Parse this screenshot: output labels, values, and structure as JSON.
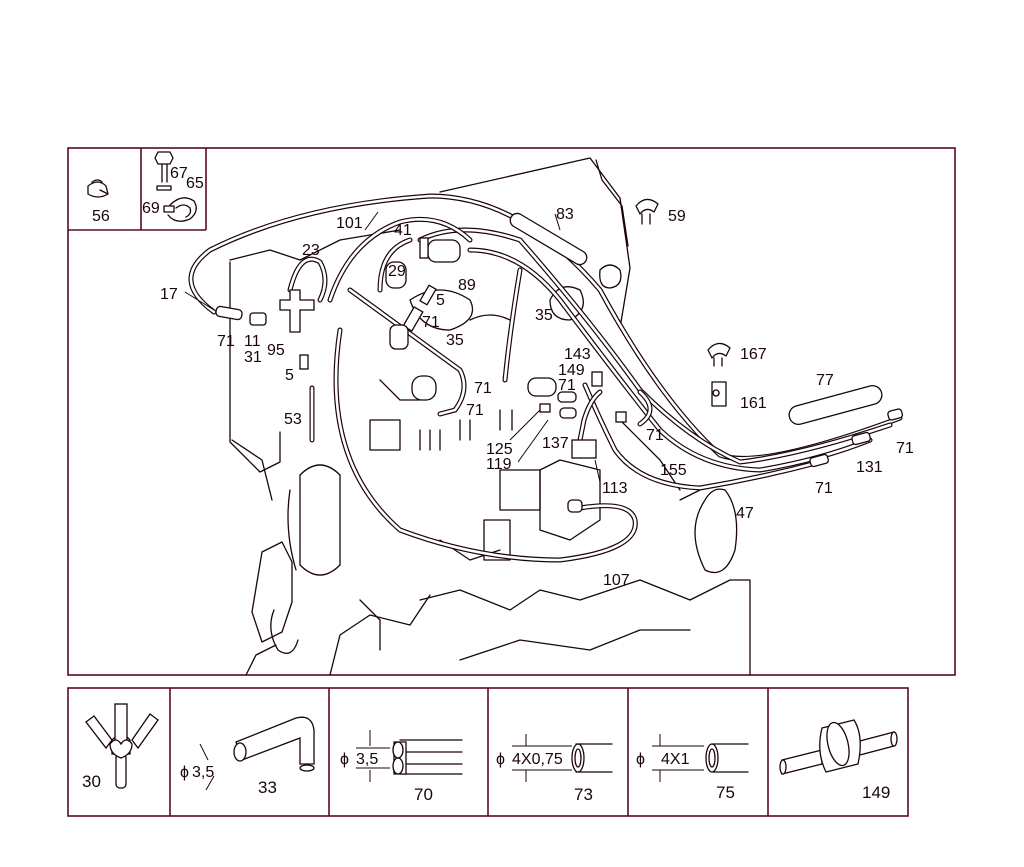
{
  "main": {
    "callouts": [
      {
        "id": "c101",
        "text": "101"
      },
      {
        "id": "c41",
        "text": "41"
      },
      {
        "id": "c83",
        "text": "83"
      },
      {
        "id": "c59",
        "text": "59"
      },
      {
        "id": "c23",
        "text": "23"
      },
      {
        "id": "c17",
        "text": "17"
      },
      {
        "id": "c29",
        "text": "29"
      },
      {
        "id": "c89",
        "text": "89"
      },
      {
        "id": "c5a",
        "text": "5"
      },
      {
        "id": "c71a",
        "text": "71"
      },
      {
        "id": "c35a",
        "text": "35"
      },
      {
        "id": "c35b",
        "text": "35"
      },
      {
        "id": "c71b",
        "text": "71"
      },
      {
        "id": "c11",
        "text": "11"
      },
      {
        "id": "c31",
        "text": "31"
      },
      {
        "id": "c95",
        "text": "95"
      },
      {
        "id": "c5b",
        "text": "5"
      },
      {
        "id": "c143",
        "text": "143"
      },
      {
        "id": "c149",
        "text": "149"
      },
      {
        "id": "c71c",
        "text": "71"
      },
      {
        "id": "c167",
        "text": "167"
      },
      {
        "id": "c77",
        "text": "77"
      },
      {
        "id": "c161",
        "text": "161"
      },
      {
        "id": "c71d",
        "text": "71"
      },
      {
        "id": "c71e",
        "text": "71"
      },
      {
        "id": "c53",
        "text": "53"
      },
      {
        "id": "c125",
        "text": "125"
      },
      {
        "id": "c119",
        "text": "119"
      },
      {
        "id": "c137",
        "text": "137"
      },
      {
        "id": "c71f",
        "text": "71"
      },
      {
        "id": "c71g",
        "text": "71"
      },
      {
        "id": "c155",
        "text": "155"
      },
      {
        "id": "c131",
        "text": "131"
      },
      {
        "id": "c113",
        "text": "113"
      },
      {
        "id": "c71h",
        "text": "71"
      },
      {
        "id": "c47",
        "text": "47"
      },
      {
        "id": "c107",
        "text": "107"
      }
    ]
  },
  "inset_top": {
    "box1_label": "56",
    "box2_labels": {
      "a": "67",
      "b": "65",
      "c": "69"
    }
  },
  "legend": {
    "cells": [
      {
        "label": "30"
      },
      {
        "label": "33",
        "dim": "3,5",
        "dia": "ϕ"
      },
      {
        "label": "70",
        "dim": "3,5",
        "dia": "ϕ"
      },
      {
        "label": "73",
        "dim": "4X0,75",
        "dia": "ϕ"
      },
      {
        "label": "75",
        "dim": "4X1",
        "dia": "ϕ"
      },
      {
        "label": "149"
      }
    ]
  }
}
